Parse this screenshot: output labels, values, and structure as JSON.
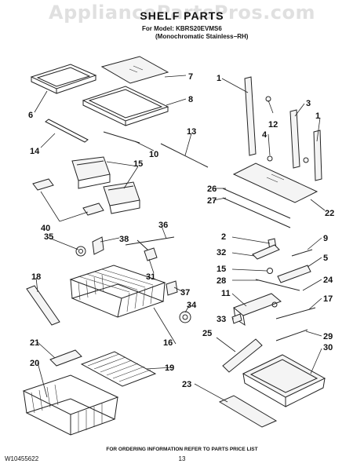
{
  "watermark": "AppliancePartsPros.com",
  "header": {
    "title": "SHELF PARTS",
    "model": "For Model: KBRS20EVMS6",
    "variant": "(Monochromatic Stainless−RH)"
  },
  "callouts": [
    "1",
    "2",
    "3",
    "4",
    "5",
    "6",
    "7",
    "8",
    "9",
    "10",
    "11",
    "12",
    "13",
    "14",
    "15",
    "16",
    "17",
    "18",
    "19",
    "20",
    "21",
    "22",
    "23",
    "24",
    "25",
    "26",
    "27",
    "28",
    "29",
    "30",
    "31",
    "32",
    "33",
    "34",
    "35",
    "36",
    "37",
    "38",
    "40"
  ],
  "footer": {
    "ordering_info": "FOR ORDERING INFORMATION REFER TO PARTS PRICE LIST",
    "doc_number": "W10455622",
    "page_number": "13"
  }
}
